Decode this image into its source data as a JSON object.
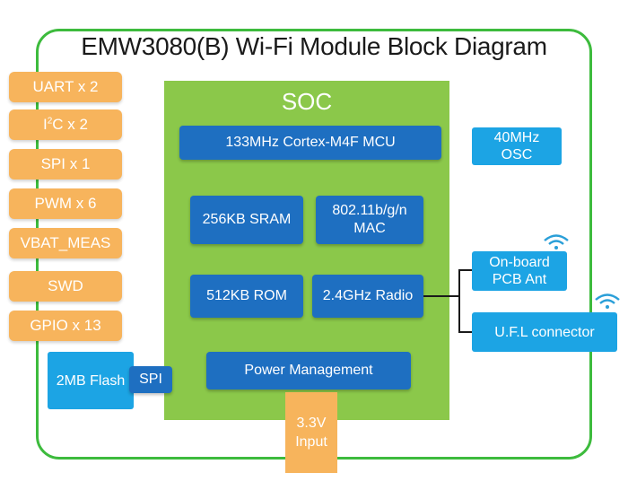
{
  "title": "EMW3080(B) Wi-Fi Module Block Diagram",
  "interfaces": [
    {
      "label": "UART x 2"
    },
    {
      "label": "I2C x 2",
      "main": "I",
      "sup": "2",
      "rest": "C x 2"
    },
    {
      "label": "SPI x 1"
    },
    {
      "label": "PWM x 6"
    },
    {
      "label": "VBAT_MEAS"
    },
    {
      "label": "SWD"
    },
    {
      "label": "GPIO x 13"
    }
  ],
  "soc": {
    "label": "SOC",
    "mcu": "133MHz Cortex-M4F MCU",
    "sram": "256KB SRAM",
    "mac_line1": "802.11b/g/n",
    "mac_line2": "MAC",
    "rom": "512KB ROM",
    "radio": "2.4GHz Radio",
    "power": "Power Management"
  },
  "osc_line1": "40MHz",
  "osc_line2": "OSC",
  "antenna_line1": "On-board",
  "antenna_line2": "PCB Ant",
  "ufl": "U.F.L connector",
  "flash": "2MB Flash",
  "spi": "SPI",
  "input_line1": "3.3V",
  "input_line2": "Input",
  "colors": {
    "border_green": "#3dbb3d",
    "soc_green": "#8bc84a",
    "orange": "#f7b45c",
    "dark_blue": "#1e6fc1",
    "light_blue": "#1ca4e4"
  }
}
